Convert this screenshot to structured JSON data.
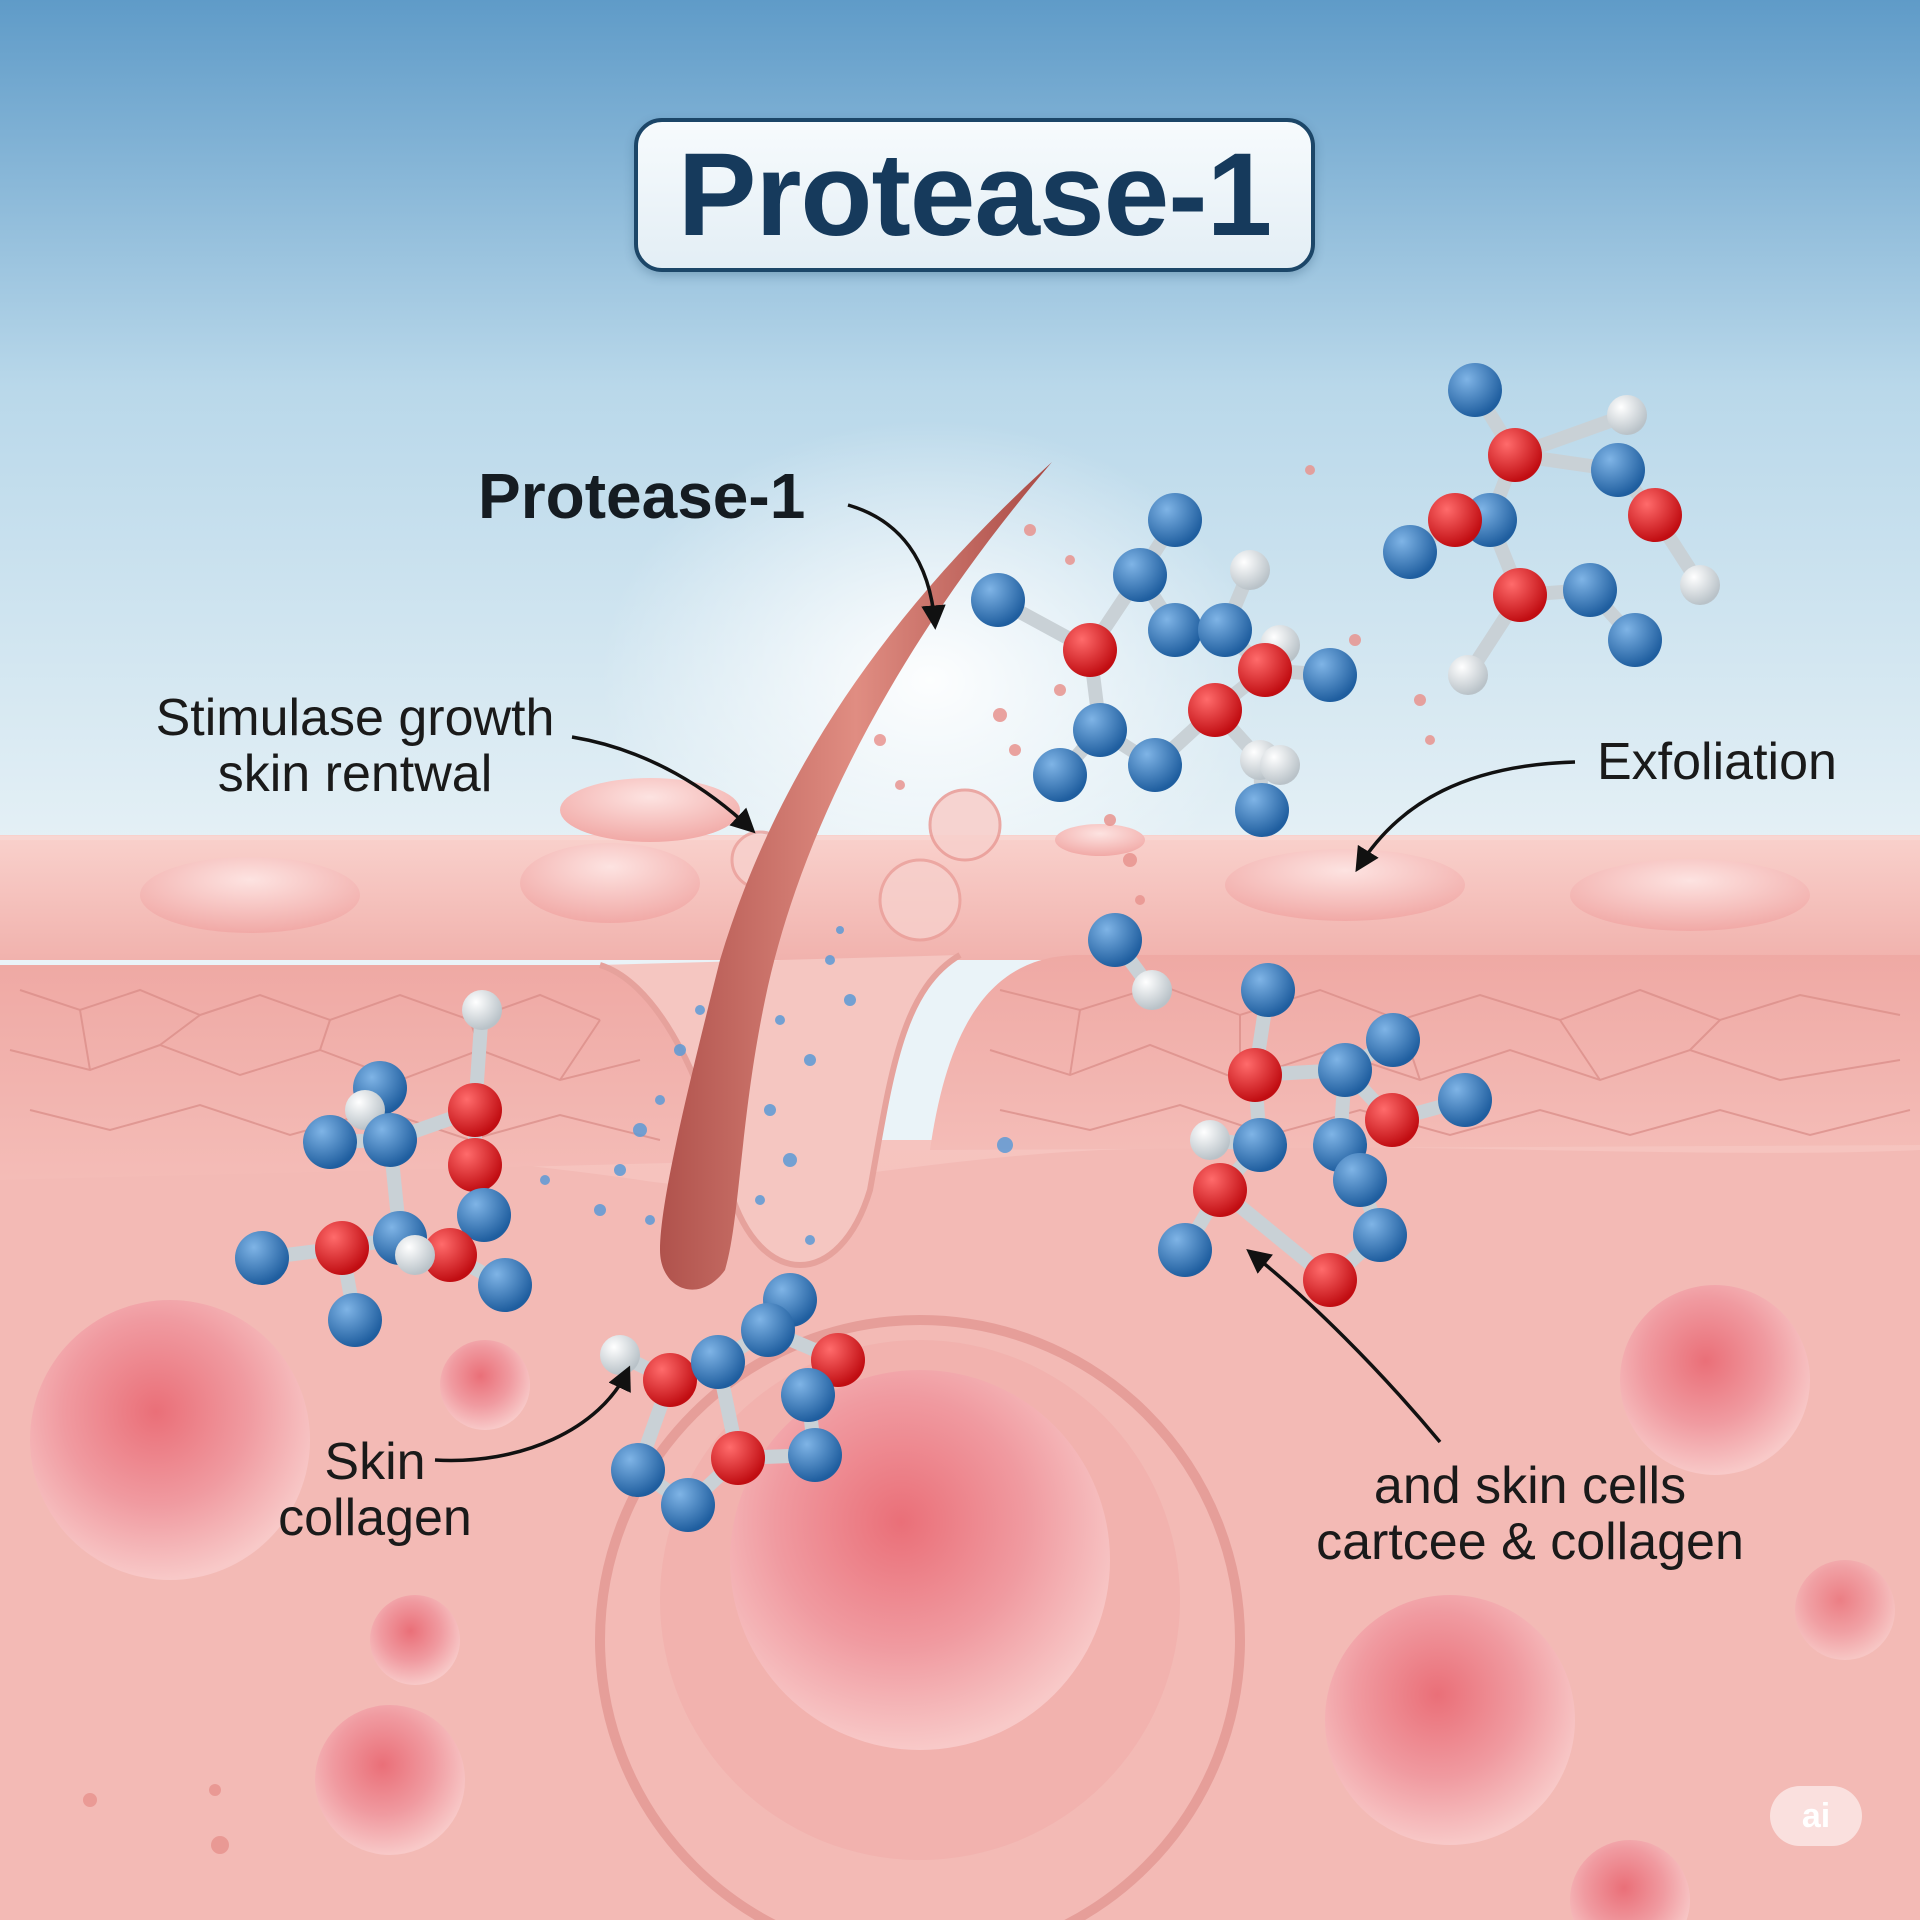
{
  "title": "Protease-1",
  "labels": {
    "enzyme": "Protease-1",
    "stimulate_line1": "Stimulase growth",
    "stimulate_line2": "skin rentwal",
    "exfoliation": "Exfoliation",
    "skin_collagen_line1": "Skin",
    "skin_collagen_line2": "collagen",
    "cells_line1": "and skin cells",
    "cells_line2": "cartcee & collagen"
  },
  "badge": "ai",
  "colors": {
    "sky": "#6fa6cf",
    "skin": "#f3b7b3",
    "atom_blue": "#2f73b8",
    "atom_red": "#e0191c",
    "atom_white": "#e7ecef",
    "title_border": "#1c4668"
  },
  "icons": [
    "molecule-icon",
    "hair-strand-icon",
    "skin-cell-icon",
    "ai-badge-icon"
  ]
}
